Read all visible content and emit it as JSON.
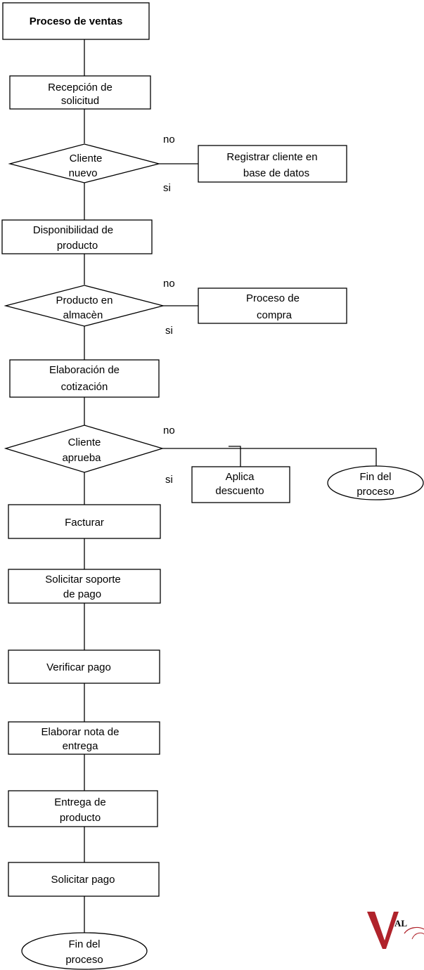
{
  "diagram": {
    "title": "Proceso de ventas",
    "nodes": {
      "recepcion": [
        "Recepción de",
        "solicitud"
      ],
      "cliente_nuevo": [
        "Cliente",
        "nuevo"
      ],
      "registrar": [
        "Registrar cliente en",
        "base de datos"
      ],
      "disponibilidad": [
        "Disponibilidad de",
        "producto"
      ],
      "producto_almacen": [
        "Producto en",
        "almacèn"
      ],
      "proceso_compra": [
        "Proceso de",
        "compra"
      ],
      "elaboracion": [
        "Elaboración de",
        "cotización"
      ],
      "cliente_aprueba": [
        "Cliente",
        "aprueba"
      ],
      "aplica_descuento": [
        "Aplica",
        "descuento"
      ],
      "fin_right": [
        "Fin del",
        "proceso"
      ],
      "facturar": [
        "Facturar"
      ],
      "solicitar_soporte": [
        "Solicitar soporte",
        "de pago"
      ],
      "verificar": [
        "Verificar pago"
      ],
      "elaborar_nota": [
        "Elaborar nota de",
        "entrega"
      ],
      "entrega": [
        "Entrega de",
        "producto"
      ],
      "solicitar_pago": [
        "Solicitar  pago"
      ],
      "fin_bottom": [
        "Fin del",
        "proceso"
      ]
    },
    "edge_labels": {
      "no_1": "no",
      "si_1": "si",
      "no_2": "no",
      "si_2": "si",
      "no_3": "no",
      "si_3": "si"
    },
    "logo_text": "AL"
  }
}
